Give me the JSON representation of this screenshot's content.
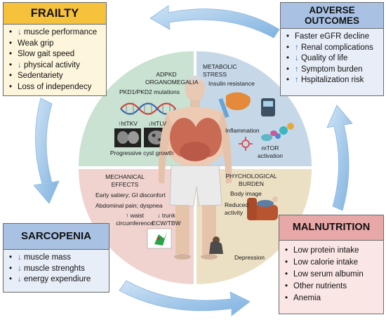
{
  "frailty": {
    "title": "FRAILTY",
    "items": [
      {
        "arrow": "↓",
        "text": "muscle performance"
      },
      {
        "arrow": "",
        "text": "Weak grip"
      },
      {
        "arrow": "",
        "text": "Slow gait speed"
      },
      {
        "arrow": "↓",
        "text": "physical activity"
      },
      {
        "arrow": "",
        "text": "Sedentariety"
      },
      {
        "arrow": "",
        "text": "Loss of independecy"
      }
    ]
  },
  "adverse": {
    "title_line1": "ADVERSE",
    "title_line2": "OUTCOMES",
    "items": [
      {
        "arrow": "",
        "text": "Faster eGFR decline"
      },
      {
        "arrow": "↑",
        "text": "Renal complications"
      },
      {
        "arrow": "↓",
        "text": "Quality of life"
      },
      {
        "arrow": "↑",
        "text": "Symptom burden"
      },
      {
        "arrow": "↑",
        "text": "Hspitalization risk"
      }
    ]
  },
  "sarcopenia": {
    "title": "SARCOPENIA",
    "items": [
      {
        "arrow": "↓",
        "text": "muscle mass"
      },
      {
        "arrow": "↓",
        "text": "muscle strenghts"
      },
      {
        "arrow": "↓",
        "text": "energy expendiure"
      }
    ]
  },
  "malnutrition": {
    "title": "MALNUTRITION",
    "items": [
      {
        "arrow": "",
        "text": "Low protein intake"
      },
      {
        "arrow": "",
        "text": "Low calorie intake"
      },
      {
        "arrow": "",
        "text": "Low serum albumin"
      },
      {
        "arrow": "",
        "text": "Other nutrients"
      },
      {
        "arrow": "",
        "text": "Anemia"
      }
    ]
  },
  "quadrants": {
    "adpkd": {
      "title_line1": "ADPKD",
      "title_line2": "ORGANOMEGALIA",
      "mutations": "PKD1/PKD2 mutations",
      "httkv": "↑htTKV",
      "httlv": "↓htTLV",
      "cyst": "Progressive cyst growth"
    },
    "metabolic": {
      "title_line1": "METABOLIC",
      "title_line2": "STRESS",
      "insulin": "Insulin resistance",
      "inflammation": "Inflammation",
      "mtor_line1": "mTOR",
      "mtor_line2": "activation"
    },
    "mechanical": {
      "title_line1": "MECHANICAL",
      "title_line2": "EFFECTS",
      "line1": "Early satiery; GI disconfort",
      "line2": "Abdominal pain; dyspnea",
      "waist_line1": "↑ waist",
      "waist_line2": "circumference",
      "trunk_line1": "↓ trunk",
      "trunk_line2": "ECW/TBW"
    },
    "psychological": {
      "title_line1": "PHYCHOLOGICAL",
      "title_line2": "BURDEN",
      "body_image": "Body image",
      "reduced_line1": "Reduced",
      "reduced_line2": "activity",
      "depression": "Depression"
    }
  },
  "colors": {
    "frailty_head": "#f7c23b",
    "frailty_body": "#fdf5dc",
    "blue_head": "#a9c2e4",
    "blue_body": "#e8eef8",
    "malnutrition_head": "#e9a8a8",
    "malnutrition_body": "#fbe6e6",
    "quad_green": "#c9e2d2",
    "quad_blue": "#c6d8e8",
    "quad_pink": "#f0d3cf",
    "quad_tan": "#ece0c4",
    "cycle_arrow": "#9dc4e8"
  }
}
